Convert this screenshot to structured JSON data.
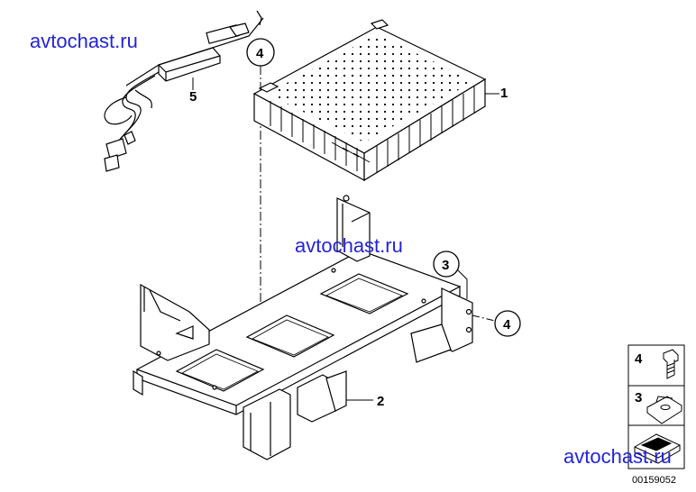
{
  "watermarks": [
    "avtochast.ru",
    "avtochast.ru",
    "avtochast.ru"
  ],
  "callouts": {
    "amplifier": "1",
    "bracket": "2",
    "nut_top": "3",
    "screw_top": "4",
    "screw_right": "4",
    "cable_module": "5"
  },
  "legend": {
    "screw_number": "4",
    "nut_number": "3"
  },
  "drawing_number": "00159052"
}
